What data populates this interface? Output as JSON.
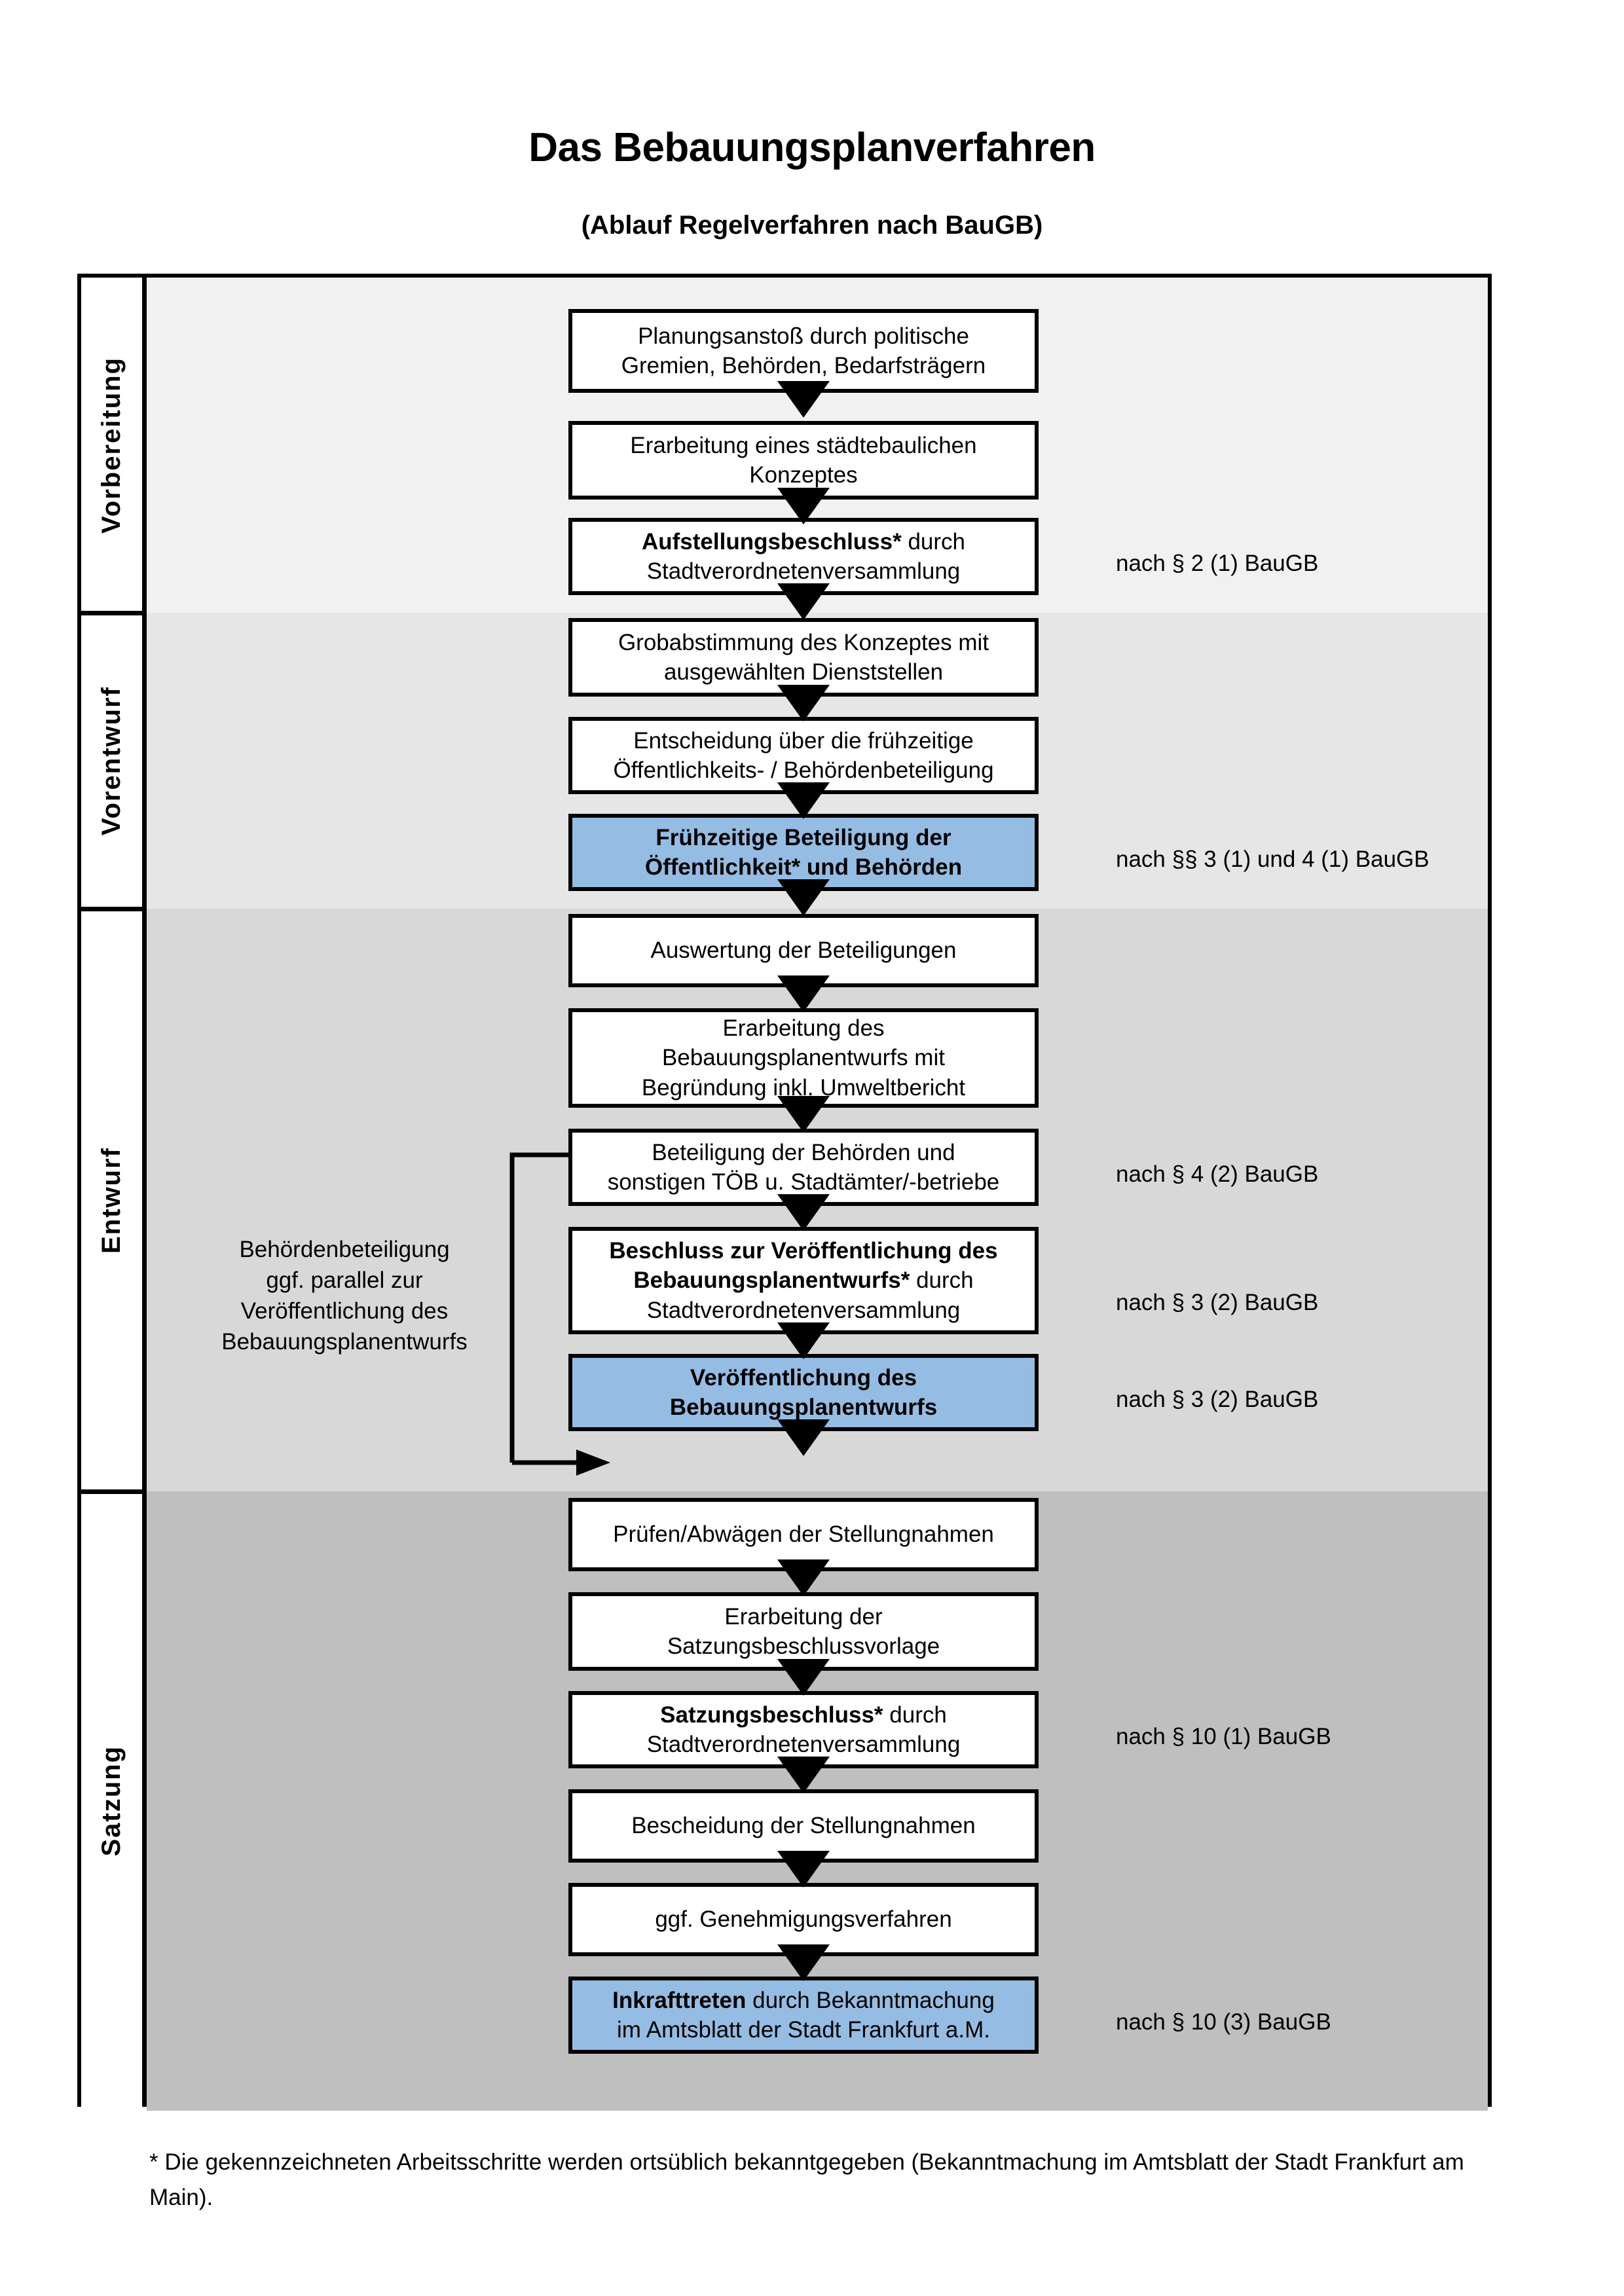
{
  "header": {
    "title": "Das Bebauungsplanverfahren",
    "subtitle": "(Ablauf Regelverfahren nach BauGB)"
  },
  "colors": {
    "highlight_box": "#95BDE3",
    "band_vorbereitung": "#F1F1F1",
    "band_vorentwurf": "#E6E6E6",
    "band_entwurf": "#D8D8D8",
    "band_satzung": "#BFBFBF",
    "frame_line": "#000000"
  },
  "phases": [
    {
      "label": "Vorbereitung"
    },
    {
      "label": "Vorentwurf"
    },
    {
      "label": "Entwurf"
    },
    {
      "label": "Satzung"
    }
  ],
  "steps": [
    {
      "id": "planungsanstoss",
      "phase": "Vorbereitung",
      "highlight": false,
      "lines": [
        {
          "text": "Planungsanstoß durch politische",
          "bold": false
        },
        {
          "text": "Gremien, Behörden, Bedarfsträgern",
          "bold": false
        }
      ]
    },
    {
      "id": "konzept",
      "phase": "Vorbereitung",
      "highlight": false,
      "lines": [
        {
          "text": "Erarbeitung eines städtebaulichen",
          "bold": false
        },
        {
          "text": "Konzeptes",
          "bold": false
        }
      ]
    },
    {
      "id": "aufstellungsbeschluss",
      "phase": "Vorbereitung",
      "highlight": false,
      "lines": [
        {
          "text": "Aufstellungsbeschluss*",
          "bold": true,
          "suffix": " durch"
        },
        {
          "text": "Stadtverordnetenversammlung",
          "bold": false
        }
      ]
    },
    {
      "id": "grobabstimmung",
      "phase": "Vorentwurf",
      "highlight": false,
      "lines": [
        {
          "text": "Grobabstimmung des Konzeptes mit",
          "bold": false
        },
        {
          "text": "ausgewählten Dienststellen",
          "bold": false
        }
      ]
    },
    {
      "id": "entscheidung-fruehzeitig",
      "phase": "Vorentwurf",
      "highlight": false,
      "lines": [
        {
          "text": "Entscheidung über die frühzeitige",
          "bold": false
        },
        {
          "text": "Öffentlichkeits- / Behördenbeteiligung",
          "bold": false
        }
      ]
    },
    {
      "id": "fruehzeitige-beteiligung",
      "phase": "Vorentwurf",
      "highlight": true,
      "lines": [
        {
          "text": "Frühzeitige Beteiligung der",
          "bold": true
        },
        {
          "text": "Öffentlichkeit* und Behörden",
          "bold": true
        }
      ]
    },
    {
      "id": "auswertung",
      "phase": "Entwurf",
      "highlight": false,
      "lines": [
        {
          "text": "Auswertung der Beteiligungen",
          "bold": false
        }
      ]
    },
    {
      "id": "erarbeitung-entwurf",
      "phase": "Entwurf",
      "highlight": false,
      "lines": [
        {
          "text": "Erarbeitung des",
          "bold": false
        },
        {
          "text": "Bebauungsplanentwurfs mit",
          "bold": false
        },
        {
          "text": "Begründung inkl. Umweltbericht",
          "bold": false
        }
      ]
    },
    {
      "id": "beteiligung-behoerden",
      "phase": "Entwurf",
      "highlight": false,
      "lines": [
        {
          "text": "Beteiligung der Behörden und",
          "bold": false
        },
        {
          "text": "sonstigen TÖB u. Stadtämter/-betriebe",
          "bold": false
        }
      ]
    },
    {
      "id": "beschluss-veroeffentlichung",
      "phase": "Entwurf",
      "highlight": false,
      "lines": [
        {
          "text": "Beschluss zur Veröffentlichung des",
          "bold": true
        },
        {
          "text": "Bebauungsplanentwurfs*",
          "bold": true,
          "suffix": " durch"
        },
        {
          "text": "Stadtverordnetenversammlung",
          "bold": false
        }
      ]
    },
    {
      "id": "veroeffentlichung-entwurf",
      "phase": "Entwurf",
      "highlight": true,
      "lines": [
        {
          "text": "Veröffentlichung des",
          "bold": true
        },
        {
          "text": "Bebauungsplanentwurfs",
          "bold": true
        }
      ]
    },
    {
      "id": "pruefen-abwaegen",
      "phase": "Satzung",
      "highlight": false,
      "lines": [
        {
          "text": "Prüfen/Abwägen der Stellungnahmen",
          "bold": false
        }
      ]
    },
    {
      "id": "satzungsbeschlussvorlage",
      "phase": "Satzung",
      "highlight": false,
      "lines": [
        {
          "text": "Erarbeitung der",
          "bold": false
        },
        {
          "text": "Satzungsbeschlussvorlage",
          "bold": false
        }
      ]
    },
    {
      "id": "satzungsbeschluss",
      "phase": "Satzung",
      "highlight": false,
      "lines": [
        {
          "text": "Satzungsbeschluss*",
          "bold": true,
          "suffix": " durch"
        },
        {
          "text": "Stadtverordnetenversammlung",
          "bold": false
        }
      ]
    },
    {
      "id": "bescheidung",
      "phase": "Satzung",
      "highlight": false,
      "lines": [
        {
          "text": "Bescheidung der Stellungnahmen",
          "bold": false
        }
      ]
    },
    {
      "id": "genehmigungsverfahren",
      "phase": "Satzung",
      "highlight": false,
      "lines": [
        {
          "text": "ggf. Genehmigungsverfahren",
          "bold": false
        }
      ]
    },
    {
      "id": "inkrafttreten",
      "phase": "Satzung",
      "highlight": true,
      "lines": [
        {
          "text": "Inkrafttreten",
          "bold": true,
          "suffix": " durch Bekanntmachung"
        },
        {
          "text": "im Amtsblatt der Stadt Frankfurt a.M.",
          "bold": false
        }
      ]
    }
  ],
  "references": [
    {
      "for": "aufstellungsbeschluss",
      "text": "nach § 2 (1) BauGB"
    },
    {
      "for": "fruehzeitige-beteiligung",
      "text": "nach §§ 3 (1) und 4 (1) BauGB"
    },
    {
      "for": "beteiligung-behoerden",
      "text": "nach § 4 (2) BauGB"
    },
    {
      "for": "beschluss-veroeffentlichung",
      "text": "nach § 3 (2) BauGB"
    },
    {
      "for": "veroeffentlichung-entwurf",
      "text": "nach § 3 (2) BauGB"
    },
    {
      "for": "satzungsbeschluss",
      "text": "nach § 10 (1) BauGB"
    },
    {
      "for": "inkrafttreten",
      "text": "nach § 10 (3) BauGB"
    }
  ],
  "sidenote": {
    "lines": [
      "Behördenbeteiligung",
      "ggf. parallel zur",
      "Veröffentlichung des",
      "Bebauungsplanentwurfs"
    ]
  },
  "footnote": {
    "text": "* Die gekennzeichneten Arbeitsschritte werden ortsüblich bekanntgegeben (Bekanntmachung im Amtsblatt  der Stadt Frankfurt am Main)."
  }
}
